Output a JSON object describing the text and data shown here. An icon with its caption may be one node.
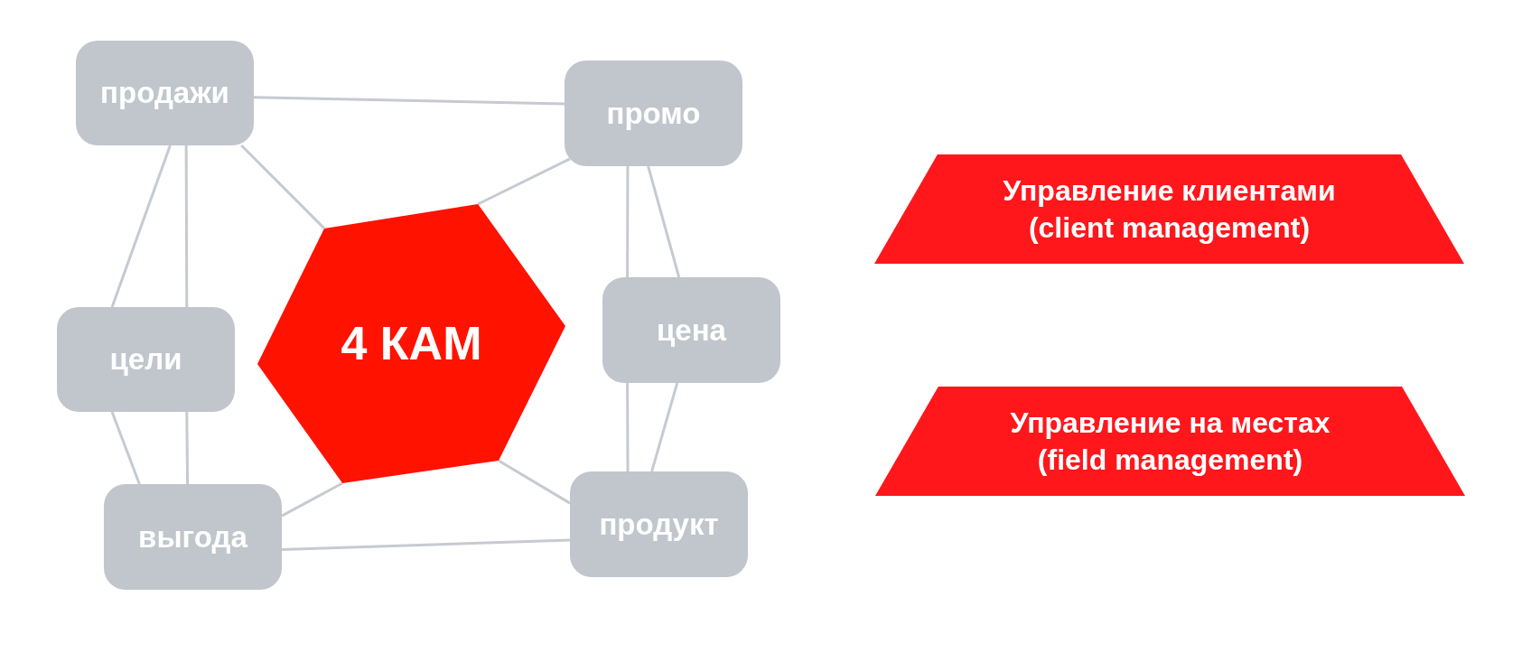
{
  "diagram": {
    "nodes": [
      {
        "text": [
          "продажи"
        ]
      },
      {
        "text": [
          "промо"
        ]
      },
      {
        "text": [
          "цели"
        ]
      },
      {
        "text": [
          "4 КАМ"
        ]
      },
      {
        "text": [
          "цена"
        ]
      },
      {
        "text": [
          "выгода"
        ]
      },
      {
        "text": [
          "продукт"
        ]
      },
      {
        "text": [
          "Управление клиентами",
          "(client management)"
        ]
      },
      {
        "text": [
          "Управление на местах",
          "(field management)"
        ]
      }
    ],
    "edges": [
      {
        "from": 0,
        "to": 1,
        "arrow": "none"
      },
      {
        "from": 0,
        "to": 3,
        "arrow": "none"
      },
      {
        "from": 0,
        "to": 2,
        "arrow": "none"
      },
      {
        "from": 0,
        "to": 2,
        "arrow": "none"
      },
      {
        "from": 2,
        "to": 5,
        "arrow": "none"
      },
      {
        "from": 2,
        "to": 5,
        "arrow": "none"
      },
      {
        "from": 5,
        "to": 3,
        "arrow": "none"
      },
      {
        "from": 5,
        "to": 6,
        "arrow": "none"
      },
      {
        "from": 6,
        "to": 3,
        "arrow": "none"
      },
      {
        "from": 1,
        "to": 3,
        "arrow": "none"
      },
      {
        "from": 1,
        "to": 4,
        "arrow": "none"
      },
      {
        "from": 1,
        "to": 4,
        "arrow": "none"
      },
      {
        "from": 4,
        "to": 6,
        "arrow": "none"
      },
      {
        "from": 4,
        "to": 6,
        "arrow": "none"
      }
    ]
  }
}
